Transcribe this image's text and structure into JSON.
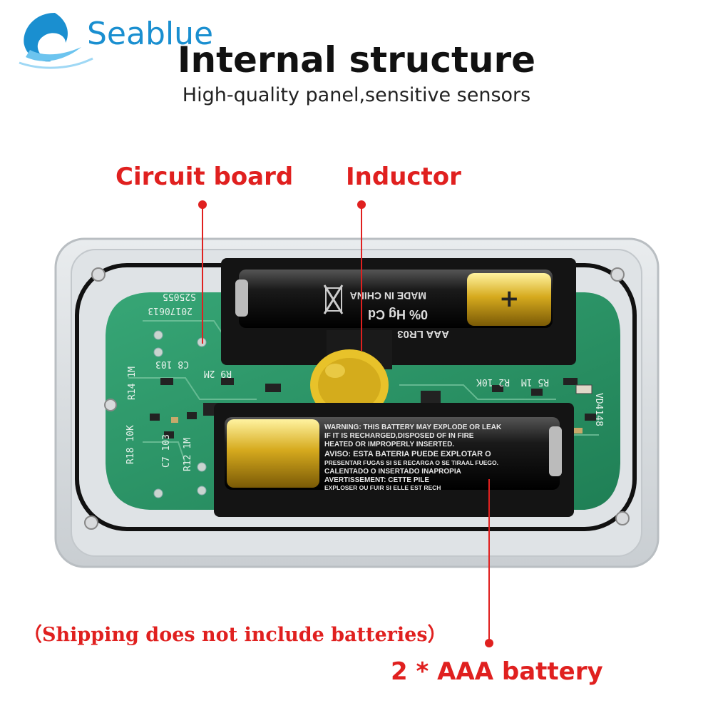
{
  "brand": {
    "name": "Seablue"
  },
  "header": {
    "title": "Internal structure",
    "subtitle": "High-quality panel,sensitive sensors"
  },
  "callouts": {
    "circuit_board": "Circuit board",
    "inductor": "Inductor",
    "battery": "2 * AAA battery"
  },
  "note": "（Shipping does not include batteries）",
  "battery_top": {
    "made_in": "MADE IN CHINA",
    "mercury": "0% Hg Cd",
    "model": "AAA LR03"
  },
  "battery_bottom": {
    "line1": "WARNING: THIS BATTERY MAY EXPLODE OR LEAK",
    "line2": "IF IT IS RECHARGED,DISPOSED OF IN FIRE",
    "line3": "HEATED OR IMPROPERLY INSERTED.",
    "line4": "AVISO: ESTA BATERIA PUEDE EXPLOTAR O",
    "line5": "PRESENTAR FUGAS SI SE RECARGA O SE TIRAAL FUEGO.",
    "line6": "CALENTADO O INSERTADO INAPROPIA",
    "line7": "AVERTISSEMENT: CETTE PILE",
    "line8": "EXPLOSER OU FUIR SI ELLE EST RECH"
  },
  "pcb_labels": {
    "date": "20170613",
    "code": "S25055",
    "c8": "C8 103",
    "r14": "R14 1M",
    "r9": "R9 2M",
    "r18": "R18 10K",
    "c7": "C7 103",
    "r12": "R12 1M",
    "r2": "R2 10K",
    "r5": "R5 1M",
    "d": "VD4148"
  },
  "colors": {
    "accent_red": "#e0201f",
    "brand_blue": "#1a8fd0",
    "pcb_green": "#2f9a6a"
  }
}
